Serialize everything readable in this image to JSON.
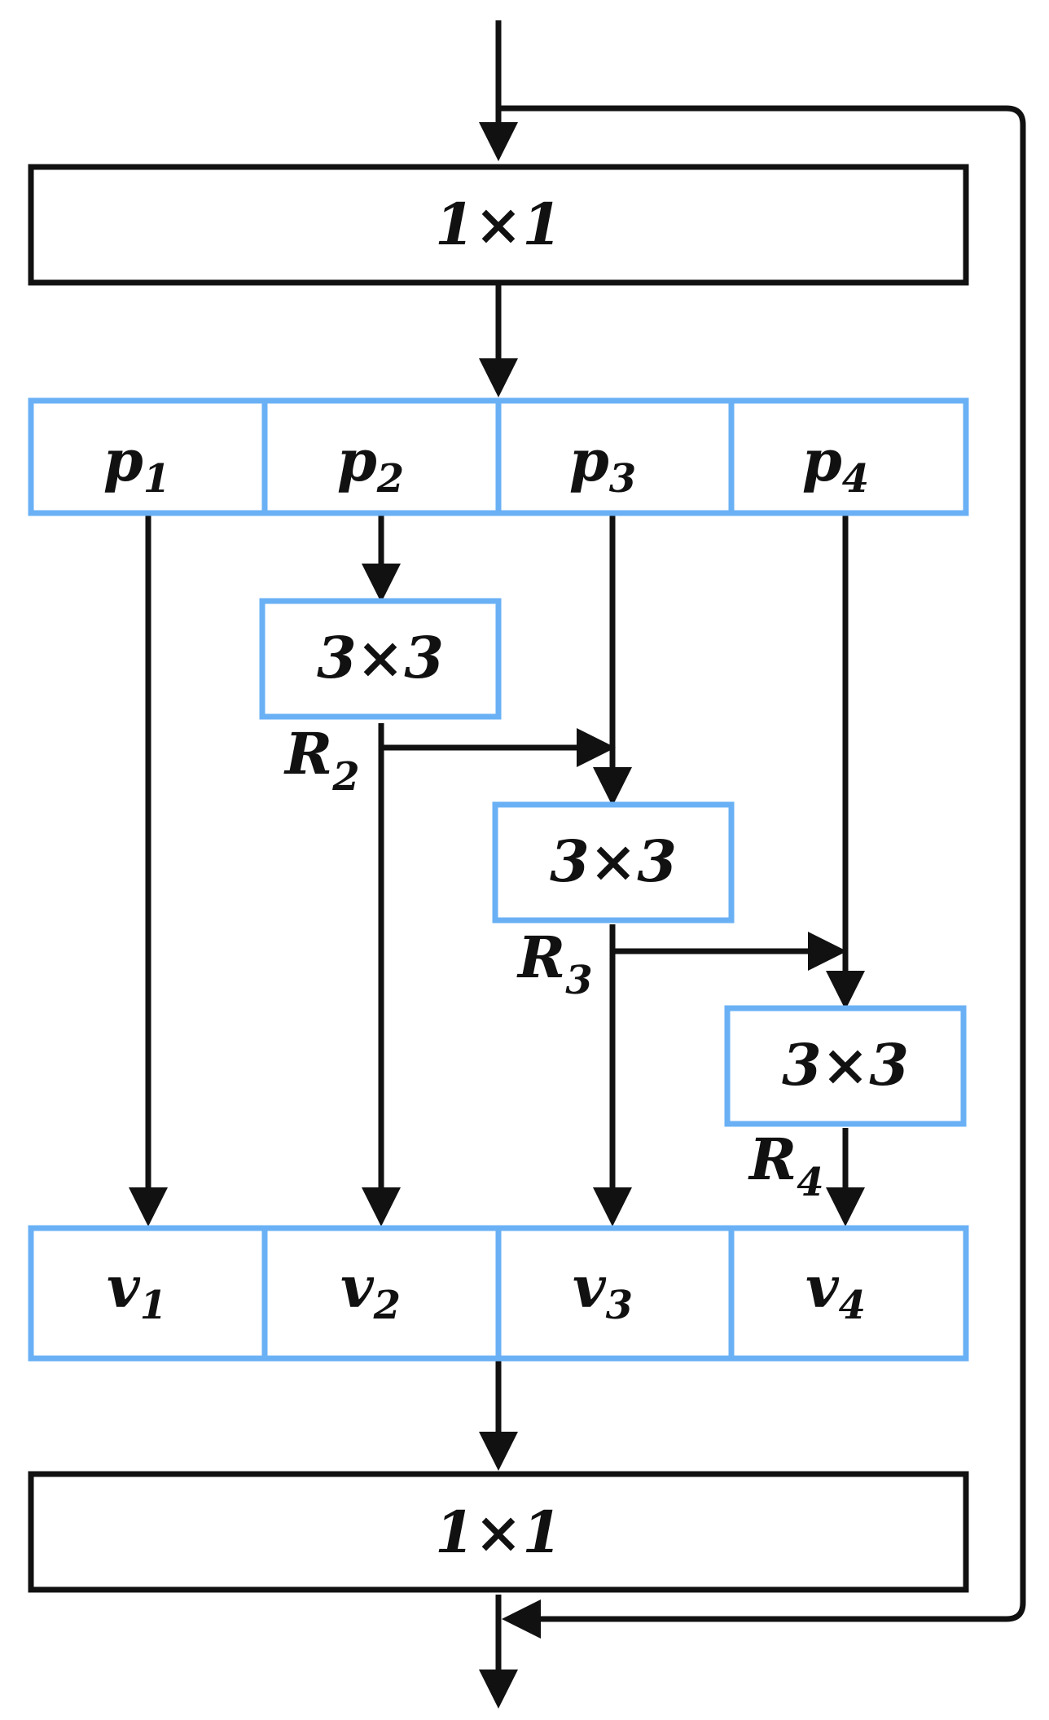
{
  "colors": {
    "line": "#111111",
    "split_box_stroke": "#6ab0f5",
    "background": "#ffffff"
  },
  "conv_in": {
    "label": "1×1"
  },
  "split": [
    {
      "base": "p",
      "sub": "1"
    },
    {
      "base": "p",
      "sub": "2"
    },
    {
      "base": "p",
      "sub": "3"
    },
    {
      "base": "p",
      "sub": "4"
    }
  ],
  "convs3": [
    {
      "label": "3×3"
    },
    {
      "label": "3×3"
    },
    {
      "label": "3×3"
    }
  ],
  "residuals": [
    {
      "base": "R",
      "sub": "2"
    },
    {
      "base": "R",
      "sub": "3"
    },
    {
      "base": "R",
      "sub": "4"
    }
  ],
  "merge": [
    {
      "base": "v",
      "sub": "1"
    },
    {
      "base": "v",
      "sub": "2"
    },
    {
      "base": "v",
      "sub": "3"
    },
    {
      "base": "v",
      "sub": "4"
    }
  ],
  "conv_out": {
    "label": "1×1"
  }
}
